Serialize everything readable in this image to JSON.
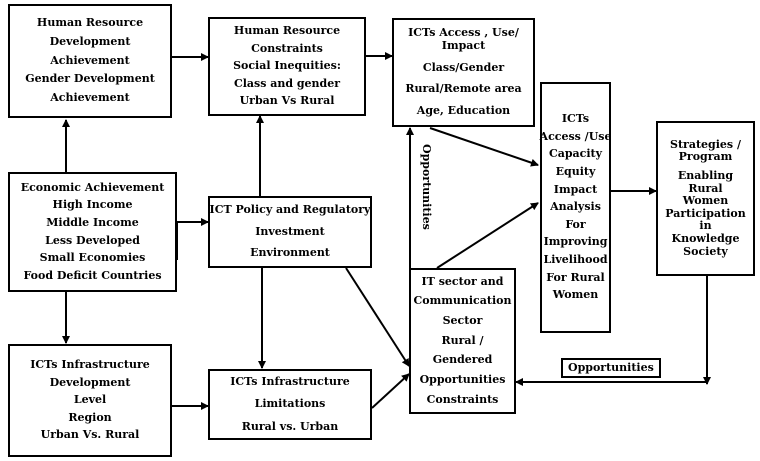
{
  "boxes": {
    "hr_dev": {
      "lines": [
        "Human Resource",
        "Development",
        "Achievement",
        "Gender Development",
        "Achievement"
      ]
    },
    "hr_constraints": {
      "lines": [
        "Human Resource",
        "Constraints",
        "Social Inequities:",
        "Class and gender",
        "Urban Vs Rural"
      ]
    },
    "icts_access_impact": {
      "lines": [
        "ICTs Access , Use/",
        "Impact",
        "Class/Gender",
        "Rural/Remote area",
        "Age, Education"
      ]
    },
    "icts_analysis": {
      "lines": [
        "ICTs",
        "Access /Use",
        "Capacity",
        "Equity",
        "Impact",
        "Analysis",
        "For",
        "Improving",
        "Livelihood",
        "For Rural",
        "Women"
      ]
    },
    "strategies": {
      "lines": [
        "Strategies /",
        "Program",
        "Enabling",
        "Rural",
        "Women",
        "Participation",
        "in",
        "Knowledge",
        "Society"
      ]
    },
    "economic": {
      "lines": [
        "Economic Achievement",
        "High Income",
        "Middle Income",
        "Less Developed",
        "Small  Economies",
        "Food Deficit Countries"
      ]
    },
    "ict_policy": {
      "lines": [
        "ICT Policy and Regulatory",
        "Investment",
        "Environment"
      ]
    },
    "it_sector": {
      "lines": [
        "IT sector   and",
        "Communication",
        "Sector",
        "Rural /",
        "Gendered",
        "Opportunities",
        "Constraints"
      ]
    },
    "icts_infra_dev": {
      "lines": [
        "ICTs Infrastructure",
        "Development",
        "Level",
        "Region",
        "Urban Vs.  Rural"
      ]
    },
    "icts_infra_limits": {
      "lines": [
        "ICTs Infrastructure",
        "Limitations",
        "Rural vs. Urban"
      ]
    }
  },
  "labels": {
    "opportunities_vertical": "Opportunities",
    "opportunities_tag": "Opportunities"
  },
  "colors": {
    "line": "#000000",
    "background": "#ffffff"
  }
}
